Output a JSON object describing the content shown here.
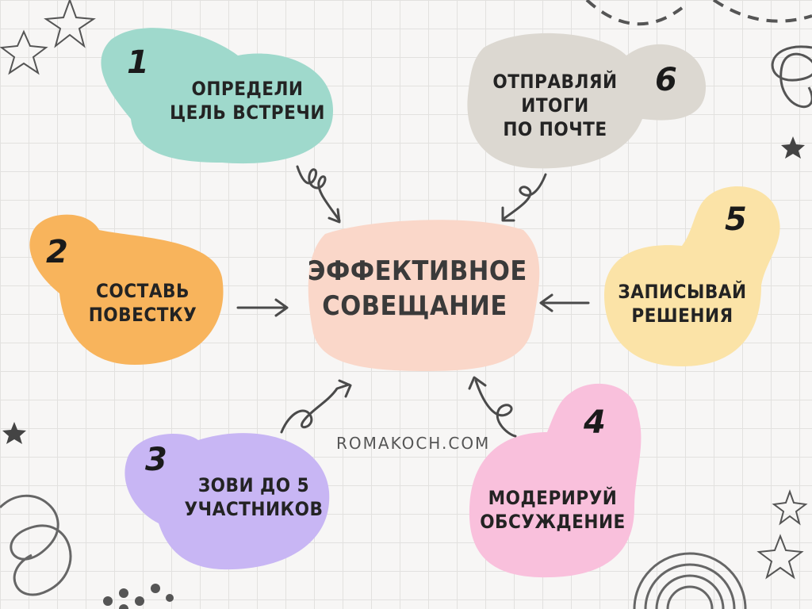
{
  "title": "ЭФФЕКТИВНОЕ\nСОВЕЩАНИЕ",
  "website": "ROMAKOCH.COM",
  "steps": [
    {
      "number": "1",
      "text": "ОПРЕДЕЛИ\nЦЕЛЬ ВСТРЕЧИ",
      "color": "#9fd9cc"
    },
    {
      "number": "2",
      "text": "СОСТАВЬ\nПОВЕСТКУ",
      "color": "#f8b45c"
    },
    {
      "number": "3",
      "text": "ЗОВИ ДО 5\nУЧАСТНИКОВ",
      "color": "#c8b6f4"
    },
    {
      "number": "4",
      "text": "МОДЕРИРУЙ\nОБСУЖДЕНИЕ",
      "color": "#f9c0dc"
    },
    {
      "number": "5",
      "text": "ЗАПИСЫВАЙ\nРЕШЕНИЯ",
      "color": "#fbe3a7"
    },
    {
      "number": "6",
      "text": "ОТПРАВЛЯЙ\nИТОГИ\nПО ПОЧТЕ",
      "color": "#dcd8d1"
    }
  ],
  "center_color": "#fad7c9"
}
